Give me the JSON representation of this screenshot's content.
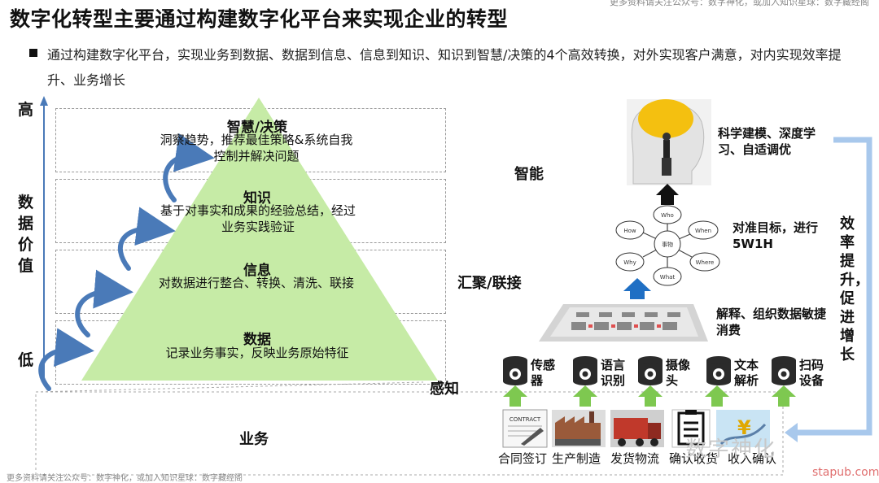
{
  "header": {
    "title": "数字化转型主要通过构建数字化平台来实现企业的转型",
    "top_note": "更多资料请关注公众号：数字神化，或加入知识星球：数字藏经阁"
  },
  "intro": {
    "text": "通过构建数字化平台，实现业务到数据、数据到信息、信息到知识、知识到智慧/决策的4个高效转换，对外实现客户满意，对内实现效率提升、业务增长"
  },
  "axis": {
    "high": "高",
    "low": "低",
    "label": "数据价值"
  },
  "pyramid": {
    "levels": [
      {
        "title": "智慧/决策",
        "desc": "洞察趋势，推荐最佳策略&系统自我控制并解决问题"
      },
      {
        "title": "知识",
        "desc": "基于对事实和成果的经验总结，经过业务实践验证"
      },
      {
        "title": "信息",
        "desc": "对数据进行整合、转换、清洗、联接"
      },
      {
        "title": "数据",
        "desc": "记录业务事实，反映业务原始特征"
      }
    ],
    "base": "业务"
  },
  "side_labels": {
    "intelligence": "智能",
    "aggregate": "汇聚/联接",
    "perception": "感知"
  },
  "right_panel": {
    "top_text": "科学建模、深度学习、自适调优",
    "mid_text": "对准目标，进行5W1H",
    "data_text": "解释、组织数据敏捷消费",
    "efficiency": "效率提升，促进增长",
    "wheel_center": "事物",
    "wheel_nodes": [
      "Who",
      "When",
      "Where",
      "What",
      "Why",
      "How"
    ],
    "sources": [
      "传感器",
      "语言识别",
      "摄像头",
      "文本解析",
      "扫码设备"
    ],
    "business": [
      "合同签订",
      "生产制造",
      "发货物流",
      "确认收货",
      "收入确认"
    ],
    "contract_icon_text": "CONTRACT"
  },
  "footer": {
    "note": "更多资料请关注公众号：数字神化，或加入知识星球：数字藏经阁",
    "watermark": "数字神化",
    "site": "stapub.com"
  },
  "colors": {
    "pyramid": "#c6eba6",
    "up_arrow_green": "#7ec850",
    "up_arrow_blue": "#1f6fc4",
    "loop_arrow": "#4a7ab8",
    "flow_arrow": "#a8c8ec",
    "brain": "#f4c010"
  }
}
